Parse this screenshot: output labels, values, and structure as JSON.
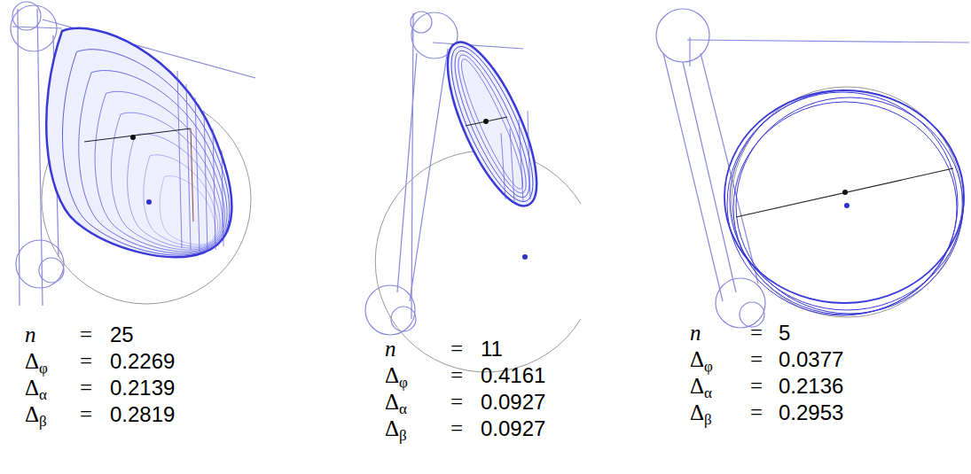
{
  "diagram": {
    "labels": [
      "n",
      "=",
      "25",
      "Δφ",
      "=",
      "0.2269",
      "Δα",
      "=",
      "0.2139",
      "Δβ",
      "=",
      "0.2819",
      "n",
      "=",
      "11",
      "Δφ",
      "=",
      "0.4161",
      "Δα",
      "=",
      "0.0927",
      "Δβ",
      "=",
      "0.0927",
      "n",
      "=",
      "5",
      "Δφ",
      "=",
      "0.0377",
      "Δα",
      "=",
      "0.2136",
      "Δβ",
      "=",
      "0.2953"
    ]
  }
}
